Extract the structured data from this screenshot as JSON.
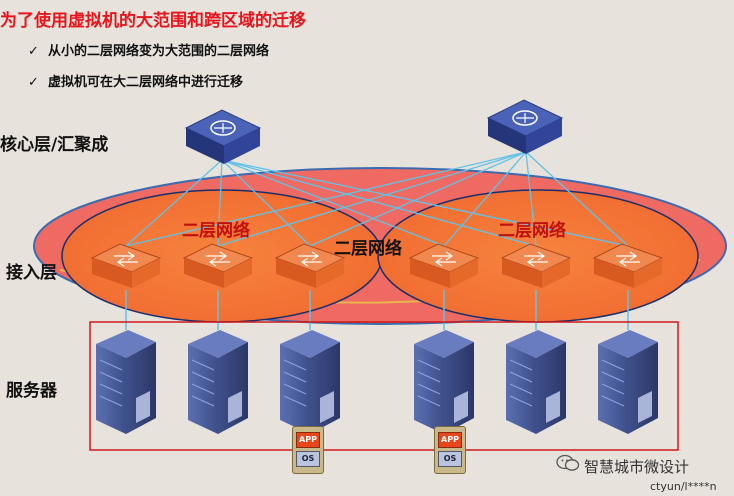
{
  "title": "为了使用虚拟机的大范围和跨区域的迁移",
  "bullets": [
    {
      "icon": "checkmark-icon",
      "text": "从小的二层网络变为大范围的二层网络"
    },
    {
      "icon": "checkmark-icon",
      "text": "虚拟机可在大二层网络中进行迁移"
    }
  ],
  "layers": {
    "core": "核心层/汇聚成",
    "access": "接入层",
    "servers": "服务器"
  },
  "networks": {
    "left": "二层网络",
    "right": "二层网络",
    "center": "二层网络"
  },
  "vm_badges": [
    {
      "app": "APP",
      "os": "OS"
    },
    {
      "app": "APP",
      "os": "OS"
    }
  ],
  "watermark": {
    "icon": "wechat-icon",
    "text": "智慧城市微设计"
  },
  "source_text": "ctyun/l****n",
  "colors": {
    "title": "#e8141c",
    "big_network": "#ee6a62",
    "small_network": "#f3793a",
    "link": "#5fc3e8",
    "server": "#3c4e86"
  }
}
